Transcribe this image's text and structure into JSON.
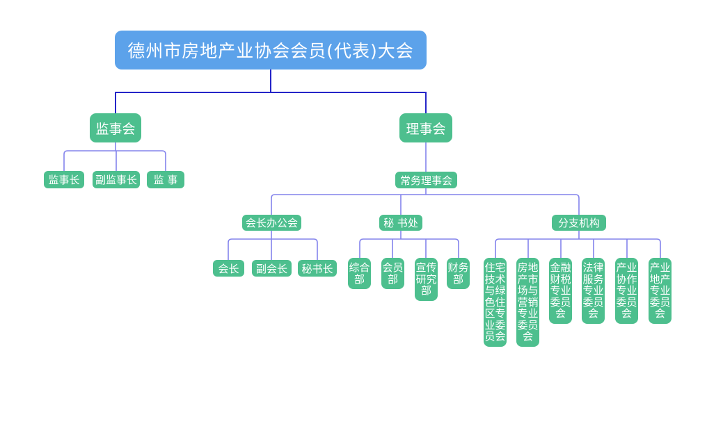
{
  "colors": {
    "root_fill": "#5CA2EA",
    "node_fill": "#4DBF8E",
    "node_text": "#FFFFFF",
    "trunk_line": "#2525C8",
    "branch_line": "#8484EC",
    "background": "#FFFFFF"
  },
  "nodes": {
    "general_assembly": {
      "label": "德州市房地产业协会会员(代表)大会"
    },
    "supervisory_board": {
      "label": "监事会"
    },
    "chief_supervisor": {
      "label": "监事长"
    },
    "deputy_chief_supervisor": {
      "label": "副监事长"
    },
    "supervisor": {
      "label": "监 事"
    },
    "council": {
      "label": "理事会"
    },
    "standing_council": {
      "label": "常务理事会"
    },
    "presidents_office": {
      "label": "会长办公会"
    },
    "president": {
      "label": "会长"
    },
    "vice_president": {
      "label": "副会长"
    },
    "secretary_general": {
      "label": "秘书长"
    },
    "secretariat": {
      "label": "秘 书处"
    },
    "general_affairs_dept": {
      "label": "综合部"
    },
    "membership_dept": {
      "label": "会员部"
    },
    "publicity_research_dept": {
      "label": "宣传研究部"
    },
    "finance_dept": {
      "label": "财务部"
    },
    "branch_organizations": {
      "label": "分支机构"
    },
    "housing_tech_green_committee": {
      "label": "住宅技术与绿色住区专业委员会"
    },
    "market_marketing_committee": {
      "label": "房地产市场与营销专业委员会"
    },
    "finance_tax_committee": {
      "label": "金融财税专业委员会"
    },
    "legal_service_committee": {
      "label": "法律服务专业委员会"
    },
    "industry_cooperation_committee": {
      "label": "产业协作专业委员会"
    },
    "industrial_realestate_committee": {
      "label": "产业地产专业委员会"
    }
  }
}
